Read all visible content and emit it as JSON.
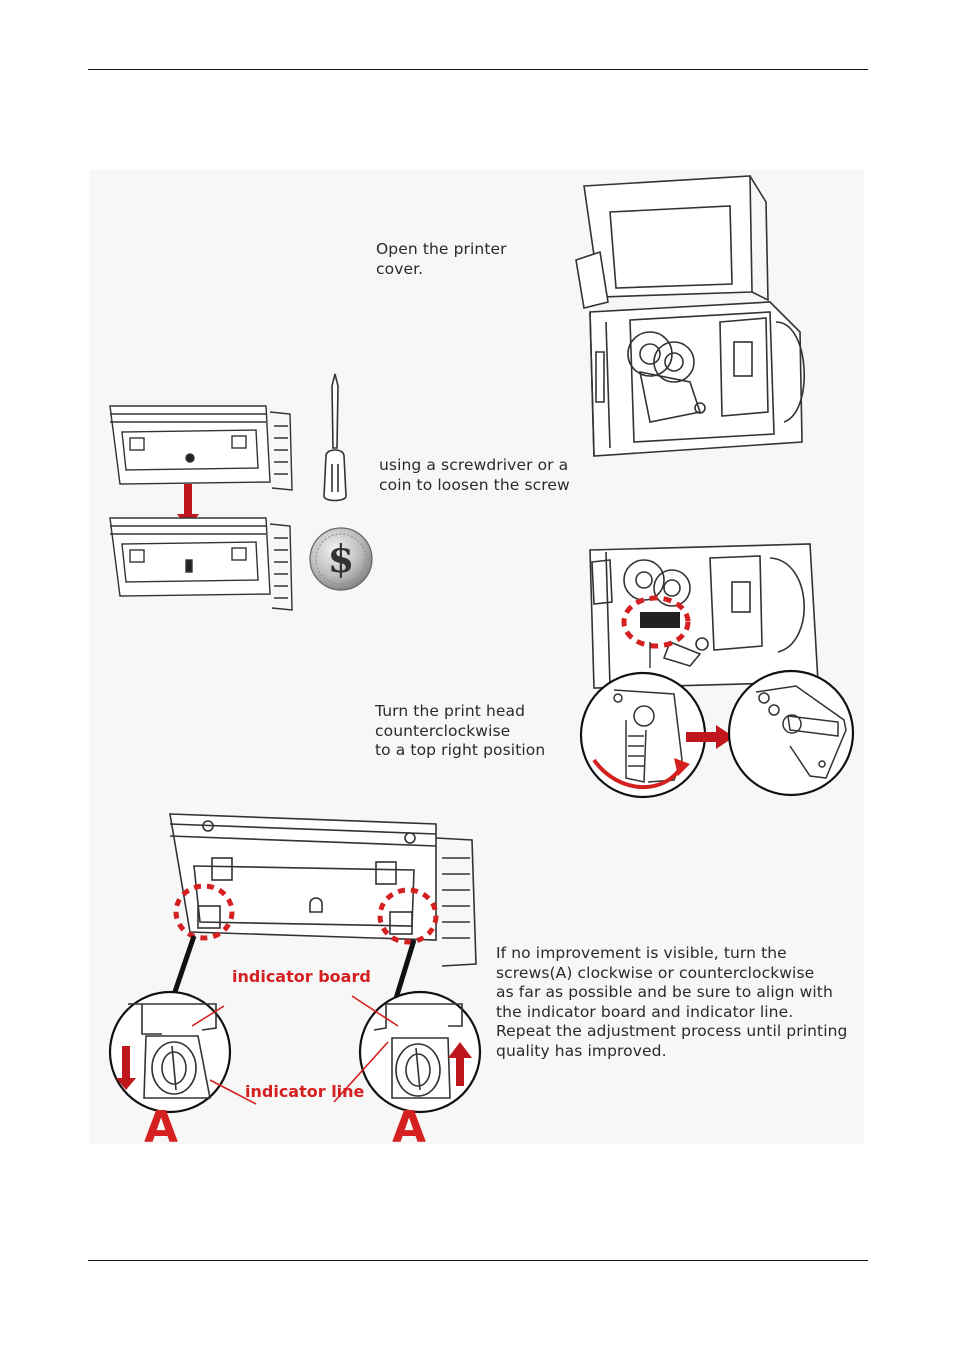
{
  "steps": {
    "open_cover": "Open the printer\ncover.",
    "loosen_screw": "using a screwdriver or a\ncoin to loosen the screw",
    "turn_head": "Turn the print head\ncounterclockwise\nto a top right position",
    "adjust_screws": "If no improvement is visible, turn the\nscrews(A) clockwise or counterclockwise\nas far as possible and be sure to align with\nthe indicator board and indicator line.\nRepeat the adjustment process until printing\nquality has improved."
  },
  "labels": {
    "indicator_board": "indicator board",
    "indicator_line": "indicator line",
    "screw_left": "A",
    "screw_right": "A"
  },
  "icons": {
    "coin_symbol": "$",
    "printer": "printer-open-cover",
    "screwdriver": "screwdriver-icon",
    "coin": "coin-icon"
  },
  "colors": {
    "accent_red": "#d42020",
    "arrow_dark_red": "#c0161d",
    "line": "#333333"
  }
}
